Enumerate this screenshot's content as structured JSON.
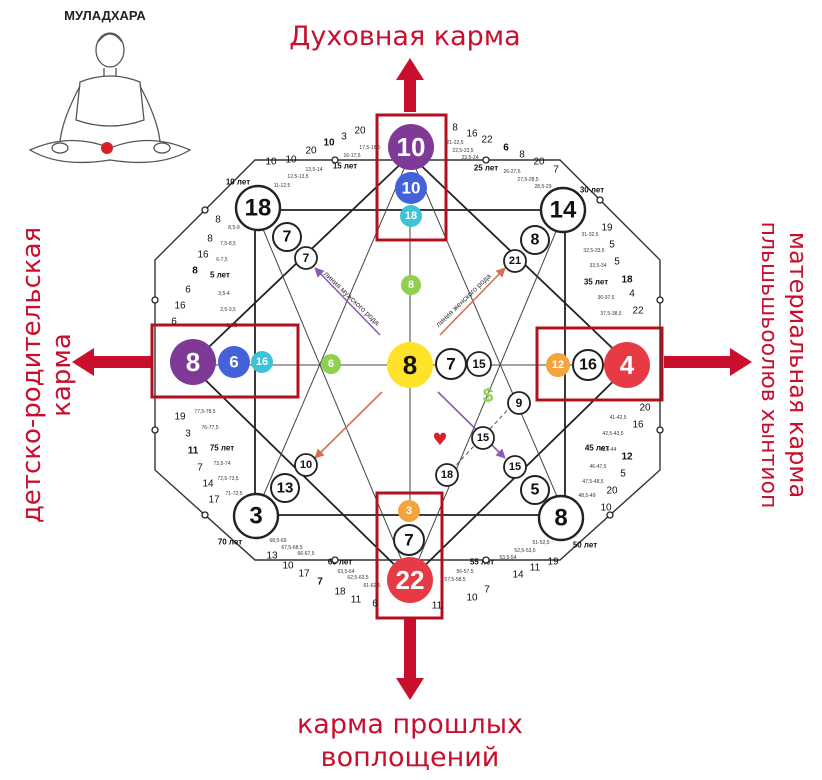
{
  "header": {
    "title": "МУЛАДХАРА"
  },
  "labels": {
    "top": "Духовная карма",
    "bottom_line1": "карма прошлых",
    "bottom_line2": "воплощений",
    "left_line1": "детско-родительская",
    "left_line2": "карма",
    "right_line1": "материальная карма",
    "right_line2": "пльшьшьоолюв хынтиоп"
  },
  "lines": {
    "male": "линия мужского рода",
    "female": "линия женского рода"
  },
  "symbols": {
    "dollar": "$",
    "heart": "♥"
  },
  "center": {
    "value": "8",
    "color": "#ffe32a"
  },
  "colors": {
    "accent_red": "#c8102e",
    "purple": "#7e3a96",
    "blue": "#4361d8",
    "cyan": "#3cc3d6",
    "green": "#8fd14f",
    "orange": "#f3a43c",
    "red": "#e63b44"
  },
  "top_column": {
    "outer": "10",
    "mid": "10",
    "inner": "18",
    "green": "8"
  },
  "left_row": {
    "outer": "8",
    "mid": "6",
    "inner": "16",
    "green": "6"
  },
  "right_row": {
    "outer": "4",
    "mid": "16",
    "inner": "12",
    "near1": "7",
    "near2": "15"
  },
  "bottom_column": {
    "outer": "22",
    "mid": "7",
    "inner": "3"
  },
  "corners": {
    "top_left": "18",
    "top_right": "14",
    "bottom_left": "3",
    "bottom_right": "8"
  },
  "corner_inner": {
    "top_left_a": "7",
    "top_left_b": "7",
    "top_right_a": "8",
    "top_right_b": "21",
    "bottom_left_a": "10",
    "bottom_left_b": "13",
    "bottom_right_a": "15",
    "bottom_right_b": "5"
  },
  "misc": {
    "n9": "9",
    "n15": "15",
    "n18": "18"
  },
  "ages": {
    "top_left_arc": [
      "10",
      "10",
      "20",
      "10",
      "3",
      "20"
    ],
    "top_right_arc": [
      "8",
      "16",
      "22",
      "6",
      "8",
      "20",
      "7"
    ],
    "right_arc": [
      "19",
      "5",
      "5",
      "18",
      "4",
      "22"
    ],
    "right_lower_arc": [
      "20",
      "16",
      "12",
      "5",
      "20",
      "10"
    ],
    "bottom_right_arc": [
      "19",
      "11",
      "14",
      "7",
      "10"
    ],
    "bottom_left_arc": [
      "13",
      "10",
      "17",
      "7",
      "18",
      "11"
    ],
    "left_lower_arc": [
      "19",
      "3",
      "11",
      "7",
      "14",
      "17"
    ],
    "left_upper_arc": [
      "8",
      "8",
      "16",
      "8",
      "6",
      "16",
      "6"
    ],
    "bottom_misc": [
      "6",
      "11"
    ]
  },
  "year_marks": {
    "y10": "10 лет",
    "y15": "15 лет",
    "y25": "25 лет",
    "y30": "30 лет",
    "y35": "35 лет",
    "y45": "45 лет",
    "y50": "50 лет",
    "y55": "55 лет",
    "y65": "65 лет",
    "y70": "70 лет",
    "y75": "75 лет",
    "y5": "5 лет"
  },
  "ranges": {
    "r1": "1-2,5",
    "r2": "2,5-3,5",
    "r3": "3,5-4",
    "r4": "6-7,5",
    "r5": "7,5-8,5",
    "r6": "8,5-9",
    "r7": "11-12,5",
    "r8": "12,5-13,5",
    "r9": "13,5-14",
    "r10": "16-17,5",
    "r11": "17,5-18,5",
    "r12": "21-22,5",
    "r13": "22,5-23,5",
    "r14": "23,5-24",
    "r15": "26-27,5",
    "r16": "27,5-28,5",
    "r17": "28,5-29",
    "r18": "31-32,5",
    "r19": "32,5-33,5",
    "r20": "33,5-34",
    "r21": "36-37,5",
    "r22": "37,5-38,5",
    "r23": "41-42,5",
    "r24": "42,5-43,5",
    "r25": "43,5-44",
    "r26": "46-47,5",
    "r27": "47,5-48,5",
    "r28": "48,5-49",
    "r29": "51-52,5",
    "r30": "52,5-53,5",
    "r31": "53,5-54",
    "r32": "56-57,5",
    "r33": "57,5-58,5",
    "r34": "61-62,5",
    "r35": "62,5-63,5",
    "r36": "63,5-64",
    "r37": "66-67,5",
    "r38": "67,5-68,5",
    "r39": "68,5-69",
    "r40": "71-72,5",
    "r41": "72,5-73,5",
    "r42": "73,5-74",
    "r43": "76-77,5",
    "r44": "77,5-78,5"
  }
}
